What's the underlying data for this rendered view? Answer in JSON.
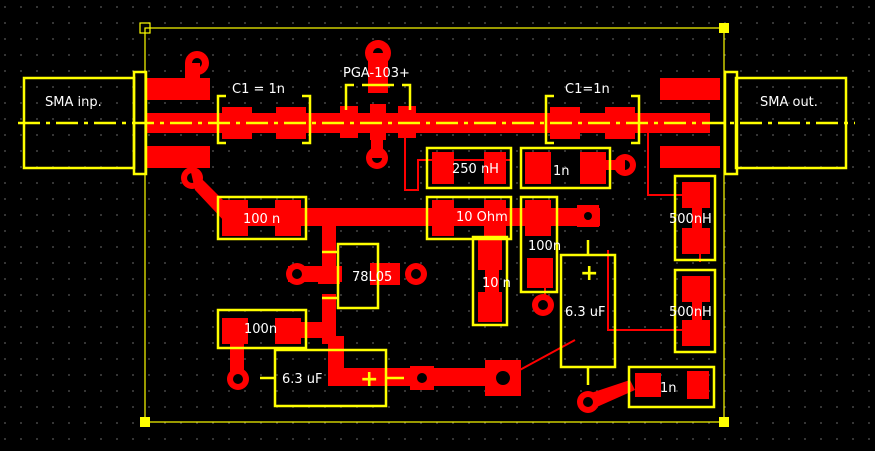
{
  "colors": {
    "background": "#000000",
    "grid": "#5a5a5a",
    "copper": "#ff0000",
    "silkscreen": "#ffff00",
    "label": "#ffffff"
  },
  "labels": {
    "sma_in": "SMA inp.",
    "sma_out": "SMA out.",
    "pga": "PGA-103+",
    "c1_left": "C1 = 1n",
    "c1_right": "C1=1n",
    "l_250": "250 nH",
    "c_1n_top": "1n",
    "r_100n_left": "100 n",
    "r_10ohm": "10 Ohm",
    "c_100n_mid": "100n",
    "reg": "78L05",
    "c_10n": "10 n",
    "c_100n_low": "100n",
    "cap_6u3_low": "6.3 uF",
    "cap_6u3_right": "6.3 uF",
    "l_500_top": "500nH",
    "l_500_bot": "500nH",
    "c_1n_bot": "1n",
    "plus_low": "+",
    "plus_right": "+"
  }
}
